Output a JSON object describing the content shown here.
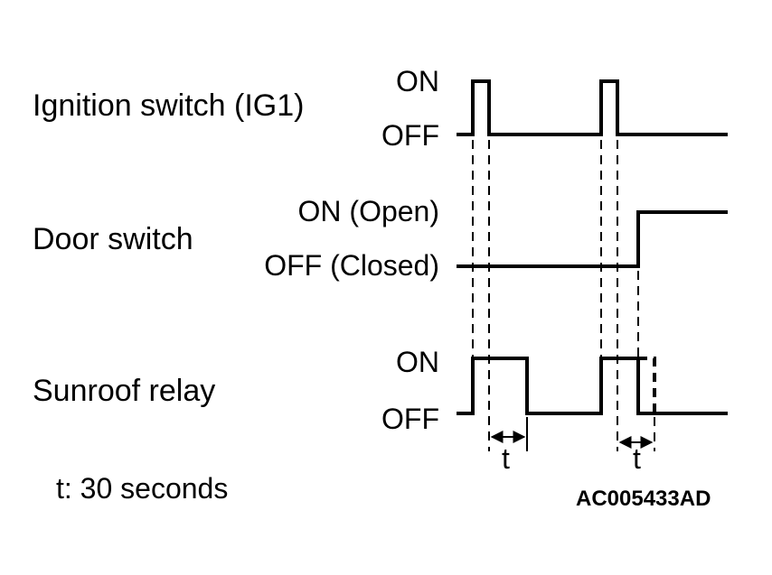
{
  "signals": {
    "ignition": {
      "name": "Ignition switch (IG1)",
      "high": "ON",
      "low": "OFF"
    },
    "door": {
      "name": "Door switch",
      "high": "ON (Open)",
      "low": "OFF (Closed)"
    },
    "relay": {
      "name": "Sunroof relay",
      "high": "ON",
      "low": "OFF"
    }
  },
  "interval": {
    "label": "t"
  },
  "note": "t: 30 seconds",
  "figure_code": "AC005433AD",
  "colors": {
    "line": "#000000",
    "background": "#ffffff"
  }
}
